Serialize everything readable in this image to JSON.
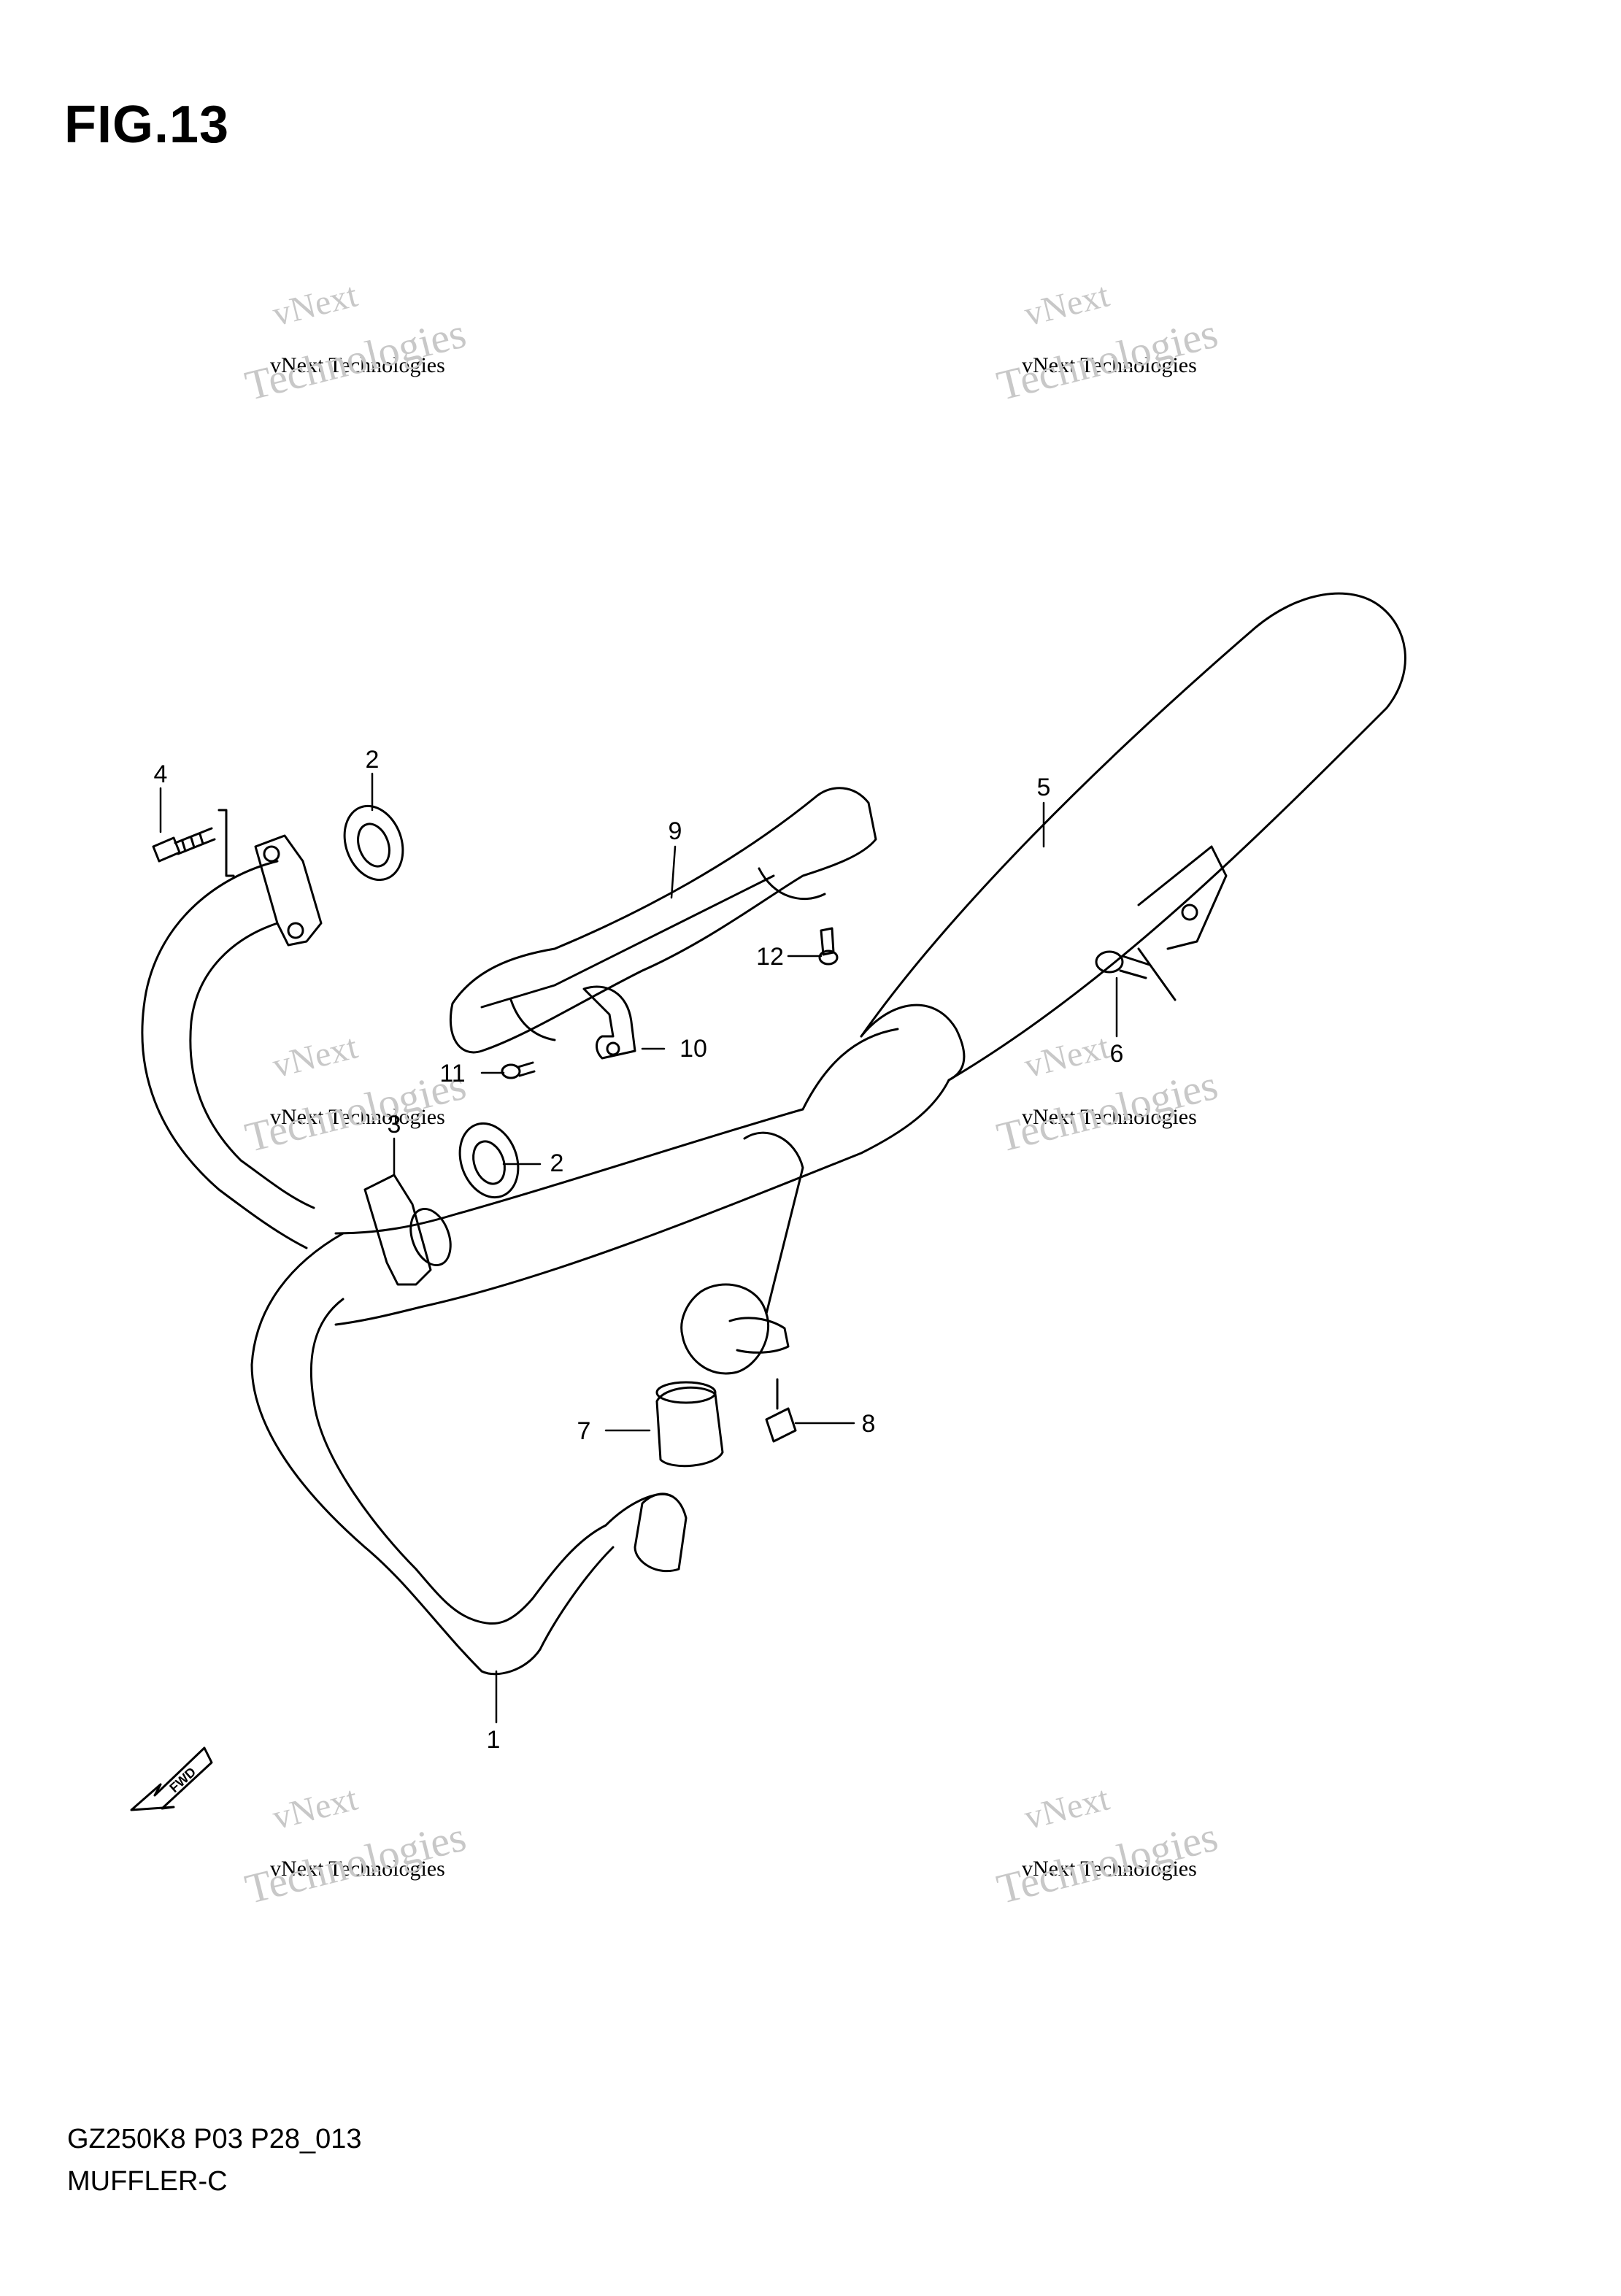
{
  "figure": {
    "title": "FIG.13",
    "drawing_code": "GZ250K8 P03 P28_013",
    "section_name": "MUFFLER-C",
    "fwd_label": "FWD"
  },
  "watermark": {
    "line1": "vNext",
    "line2": "vNext Technologies",
    "line3": "Technologies"
  },
  "callouts": [
    "1",
    "2",
    "3",
    "4",
    "5",
    "6",
    "7",
    "8",
    "9",
    "10",
    "11",
    "12"
  ],
  "colors": {
    "ink": "#000000",
    "watermark": "#c8c8c8",
    "paper": "#ffffff"
  }
}
